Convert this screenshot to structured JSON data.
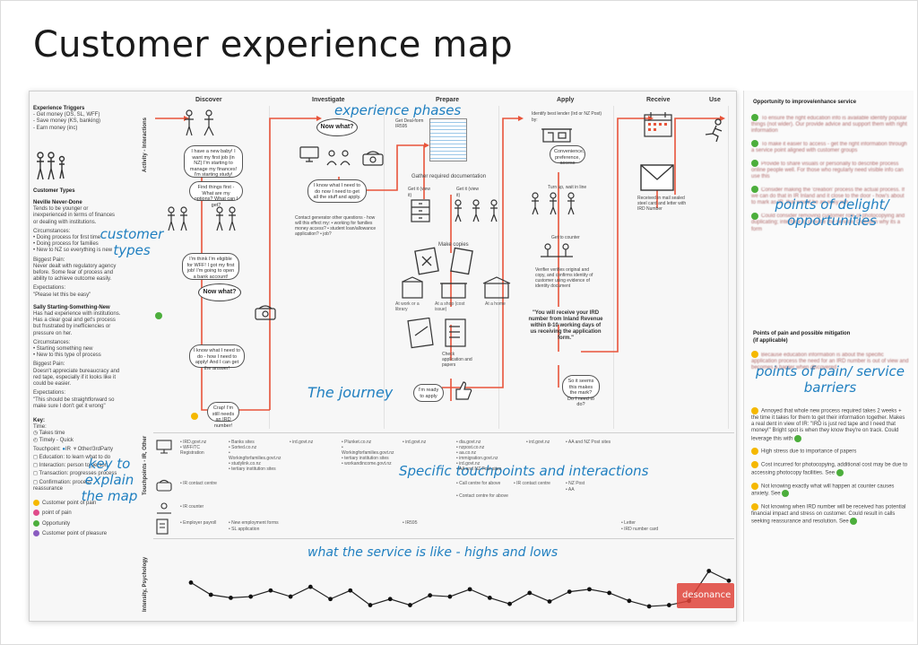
{
  "title": "Customer experience map",
  "phases": [
    "Discover",
    "Investigate",
    "Prepare",
    "Apply",
    "Receive",
    "Use"
  ],
  "left_panel": {
    "triggers_heading": "Experience Triggers",
    "triggers": [
      "- Get money (OS, SL, WFF)",
      "- Save money (KS, banking)",
      "- Earn money (inc)"
    ],
    "customer_types_heading": "Customer Types",
    "persona1_name": "Neville Never-Done",
    "persona1_text": "Tends to be younger or inexperienced in terms of finances or dealing with institutions.",
    "circumstances_label": "Circumstances:",
    "persona1_circ": [
      "• Doing process for first time",
      "• Doing process for families",
      "• New to NZ so everything is new"
    ],
    "biggest_pain_label": "Biggest Pain:",
    "persona1_pain": "Never dealt with regulatory agency before. Some fear of process and ability to achieve outcome easily.",
    "expectations_label": "Expectations:",
    "persona1_exp": "\"Please let this be easy\"",
    "persona2_name": "Sally Starting-Something-New",
    "persona2_text": "Has had experience with institutions. Has a clear goal and get's process but frustrated by inefficiencies or pressure on her.",
    "persona2_circ": [
      "• Starting something new",
      "• New to this type of process"
    ],
    "persona2_pain": "Doesn't appreciate bureaucracy and red tape, especially if it looks like it could be easier.",
    "persona2_exp": "\"This should be straightforward so make sure I don't get it wrong\"",
    "key_heading": "Key:",
    "key_time": "Time:",
    "key_takes_time": "Takes time",
    "key_timely": "Timely - Quick",
    "key_touchpoint": "Touchpoint:",
    "key_ird": "IR",
    "key_other": "Other/3rdParty",
    "key_items": [
      "Education: to learn what to do",
      "Interaction: person to person",
      "Transaction: progresses process",
      "Confirmation: process reassurance"
    ],
    "legend_pain_point": "Customer point of pain",
    "legend_pain": "point of pain",
    "legend_opportunity": "Opportunity",
    "legend_pleasure": "Customer point of pleasure"
  },
  "row_labels": {
    "activity": "Activity - Interactions",
    "touchpoints": "Touchpoints - IR, Other",
    "intensity": "Intensity, Psychology"
  },
  "annotations": {
    "experience_phases": "experience phases",
    "customer_types": "customer types",
    "the_journey": "The journey",
    "key_to_explain": "key to explain the map",
    "touchpoints": "Specific touchpoints and interactions",
    "highs_lows": "what the service is like - highs and lows",
    "points_of_delight": "points of delight/ opportunities",
    "points_of_pain": "points of pain/ service barriers"
  },
  "bubbles": {
    "b1": "I have a new baby! I want my first job (in NZ) I'm starting to manage my finances! I'm starting study!",
    "b2": "Find things first - What are my options? What can I get?",
    "b3": "I'm think I'm eligible for WFF! I got my first job! I'm going to open a bank account!",
    "now_what": "Now what?",
    "b4": "I know what I need to do - how I need to apply! And I can get the answer!",
    "b5": "I know what I need to do now I need to get all the stuff and apply.",
    "b6": "Crap! I'm still needs an IRD number!",
    "b7": "I'm ready to apply",
    "b8": "So it seems this makes the mark? Do I need to do?",
    "gather_docs": "Gather required documentation",
    "get_it": "Get it (view it)",
    "make_copies": "Make copies",
    "at_work": "At work or a library",
    "at_shop": "At a shop (cost issue)",
    "at_home": "At a home",
    "check_app": "Check application and papers",
    "identify": "Identify best lender (Ird or NZ Post) by:",
    "convenience": "Convenience, preference, access",
    "turn_up": "Turn up, wait in line",
    "get_counter": "Get to counter",
    "verifies": "Verifier verifies original and copy, and confirms identity of customer using evidence of identity document",
    "quote": "\"You will receive your IRD number from Inland Revenue within 8-10 working days of us receiving the application form.\"",
    "received": "Received in mail sealed steel card and letter with IRD Number",
    "contact_gen": "Contact generator other questions - how will this effect my: • working for families money access? • student loan/allowance application? • job?",
    "get_deal_form": "Get Deal-form IR595"
  },
  "touchpoint_cols": [
    [
      "• IRD.govt.nz",
      "• WFF/TC Registration"
    ],
    [
      "• Banks sites",
      "• Sorted.co.nz",
      "• Workingforfamilies.govt.nz",
      "• studylink.co.nz",
      "• tertiary institution sites"
    ],
    [
      "• ird.govt.nz"
    ],
    [
      "• Plunket.co.nz",
      "• Workingforfamilies.govt.nz",
      "• tertiary institution sites",
      "• workandincome.govt.nz"
    ],
    [
      "• ird.govt.nz"
    ],
    [
      "• dia.govt.nz",
      "• nzpost.co.nz",
      "• aa.co.nz",
      "• immigration.govt.nz",
      "• ird.govt.nz",
      "• AA and NZ Post sites"
    ],
    [
      "• ird.govt.nz"
    ],
    [
      "• AA and NZ Post sites"
    ]
  ],
  "touchpoint_row2": [
    "• IR contact centre",
    "• Call centre for above",
    "• IR contact centre",
    "• NZ Post",
    "• AA",
    "• Contact centre for above"
  ],
  "touchpoint_row3": [
    "• IR counter",
    "• Employer payroll",
    "• New employment forms",
    "• SL application",
    "• IR595",
    "• Letter",
    "• IRD number card"
  ],
  "right_panel": {
    "opp_heading": "Opportunity to improve/enhance service",
    "opps": [
      "To ensure the right education info is available identify popular things (not wider). Our provide advice and support them with right information",
      "To make it easier to access - get the right information through a service point aligned with customer groups",
      "Provide to share visuals or personally to describe process online people well. For those who regularly need visible info can use this",
      "Consider making the 'creation' process the actual process. If we can do that in IR Inland and it close to the door - how's about to mark as IR, that would be an easy win",
      "Could consider removing customer role of photocopying and duplicating; interface to provide the service. Question why its a form"
    ],
    "pain_heading": "Points of pain and possible mitigation",
    "pain_sub": "(if applicable)",
    "pains": [
      "Because education information is about the specific application process the need for an IRD number is out of view and becomes a barrier when discovered",
      "Annoyed that whole new process required takes 2 weeks + the time it takes for them to get their information together. Makes a real dent in view of IR: \"IRD is just red tape and I need that money!\" Bright spot is when they know they're on track. Could leverage this with",
      "High stress due to importance of papers",
      "Cost incurred for photocopying, additional cost may be due to accessing photocopy facilities. See",
      "Not knowing exactly what will happen at counter causes anxiety. See",
      "Not knowing when IRD number will be received has potential financial impact and stress on customer. Could result in calls seeking reassurance and resolution. See"
    ]
  },
  "intensity_points": [
    0.55,
    0.75,
    0.8,
    0.78,
    0.68,
    0.78,
    0.62,
    0.82,
    0.68,
    0.92,
    0.82,
    0.92,
    0.76,
    0.78,
    0.66,
    0.8,
    0.9,
    0.72,
    0.86,
    0.7,
    0.66,
    0.72,
    0.85,
    0.94,
    0.92,
    0.85,
    0.36,
    0.52
  ],
  "logo": "desonance",
  "colors": {
    "annotation": "#1f7fc0",
    "flow": "#e8543a",
    "pain": "#f5b800",
    "opportunity": "#4cae3c",
    "logo": "#e0443a"
  }
}
